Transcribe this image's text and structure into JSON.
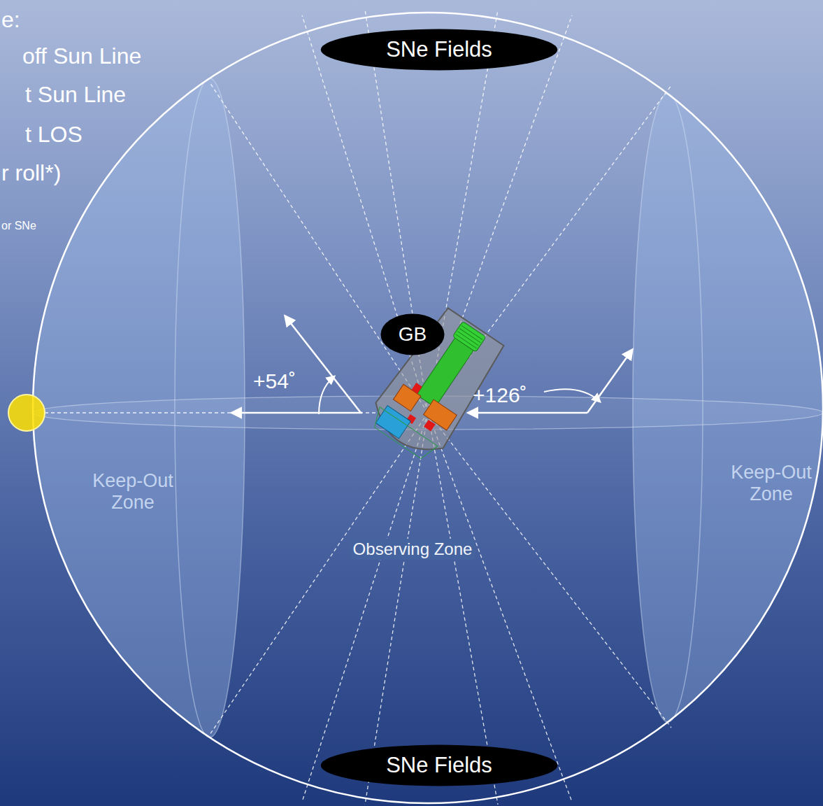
{
  "diagram": {
    "nodes": [
      {
        "text": [
          "SNe Fields"
        ]
      },
      {
        "text": [
          "GB"
        ]
      },
      {
        "text": [
          "SNe Fields"
        ]
      }
    ],
    "labels": [
      "e:",
      "off Sun Line",
      "t Sun Line",
      "t LOS",
      "r roll*)",
      "or SNe",
      "+54˚",
      "+126˚",
      "Keep-Out Zone",
      "Keep-Out Zone",
      "Observing Zone"
    ]
  }
}
